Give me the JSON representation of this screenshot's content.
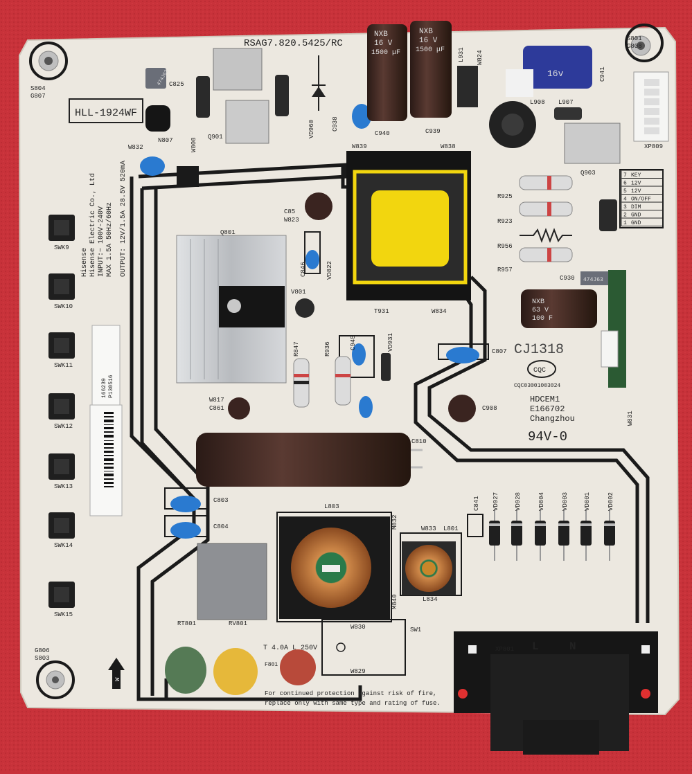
{
  "board": {
    "part_number": "RSAG7.820.5425/RC",
    "model": "HLL-1924WF",
    "maker": "Hisense",
    "maker_full": "Hisense Electric Co., Ltd",
    "input": "INPUT:~ 100V-240V",
    "input_rating": "MAX 1.5A 50Hz/60Hz",
    "output": "OUTPUT: 12V/1.5A 28.5V 520mA",
    "date_code": "CJ1318",
    "cqc": "CQC",
    "cqc_number": "CQC03001003024",
    "ul_code": "HDCEM1",
    "ul_file": "E166702",
    "city": "Changzhou",
    "flammability": "94V-0",
    "fuse_rating": "T 4.0A L 250V",
    "warning_line1": "For continued protection against risk of fire,",
    "warning_line2": "replace only with same type and rating of fuse.",
    "mains_L": "L",
    "mains_N": "N",
    "arrow_letter": "W"
  },
  "connector_pins": [
    {
      "num": "7",
      "name": "KEY"
    },
    {
      "num": "6",
      "name": "12V"
    },
    {
      "num": "5",
      "name": "12V"
    },
    {
      "num": "4",
      "name": "ON/OFF"
    },
    {
      "num": "3",
      "name": "DIM"
    },
    {
      "num": "2",
      "name": "GND"
    },
    {
      "num": "1",
      "name": "GND"
    }
  ],
  "cap_text": {
    "brand": "NXB",
    "v16": "16 V",
    "uf1500": "1500 μF",
    "v63": "63 V",
    "uf100": "100 F",
    "blue16": "16v",
    "cer474": "474J63"
  },
  "switches": [
    "SWK9",
    "SWK10",
    "SWK11",
    "SWK12",
    "SWK13",
    "SWK14",
    "SWK15"
  ],
  "designators": {
    "S804": "S804",
    "G807": "G807",
    "S801": "S801",
    "G808": "G808",
    "G806": "G806",
    "S803": "S803",
    "C825": "C825",
    "N807": "N807",
    "W832": "W832",
    "W808": "W808",
    "Q901": "Q901",
    "VD960": "VD960",
    "C938": "C938",
    "C940": "C940",
    "C939": "C939",
    "L931": "L931",
    "W824": "W824",
    "L908": "L908",
    "L907": "L907",
    "C941": "C941",
    "Q903": "Q903",
    "XP809": "XP809",
    "W839": "W839",
    "W838": "W838",
    "C85": "C85",
    "W823": "W823",
    "Q801": "Q801",
    "V801": "V801",
    "C846": "C846",
    "VD822": "VD822",
    "T931": "T931",
    "W834": "W834",
    "R925": "R925",
    "R923": "R923",
    "R956": "R956",
    "R957": "R957",
    "C930": "C930",
    "R847": "R847",
    "R936": "R936",
    "C945": "C945",
    "VD931": "VD931",
    "C807": "C807",
    "W817": "W817",
    "C861": "C861",
    "C908": "C908",
    "W831": "W831",
    "C810": "C810",
    "C803": "C803",
    "C804": "C804",
    "L803": "L803",
    "M832": "M832",
    "C841": "C841",
    "VD927": "VD927",
    "VD928": "VD928",
    "VD804": "VD804",
    "VD803": "VD803",
    "VD801": "VD801",
    "VD802": "VD802",
    "W833": "W833",
    "L801": "L801",
    "L834": "L834",
    "M840": "M840",
    "W830": "W830",
    "W829": "W829",
    "SW1": "SW1",
    "RT801": "RT801",
    "RV801": "RV801",
    "XP801": "XP801",
    "F801": "F801",
    "label1": "166239",
    "label2": "P130516"
  },
  "colors": {
    "background_felt": "#c8323a",
    "pcb": "#ece8e0",
    "trace": "#1a1a1a",
    "electrolytic": "#3a2420",
    "ceramic_blue": "#2a7ad0",
    "transformer_core": "#f2d60f",
    "heatsink": "#c8cacc",
    "copper": "#c47a3e"
  }
}
